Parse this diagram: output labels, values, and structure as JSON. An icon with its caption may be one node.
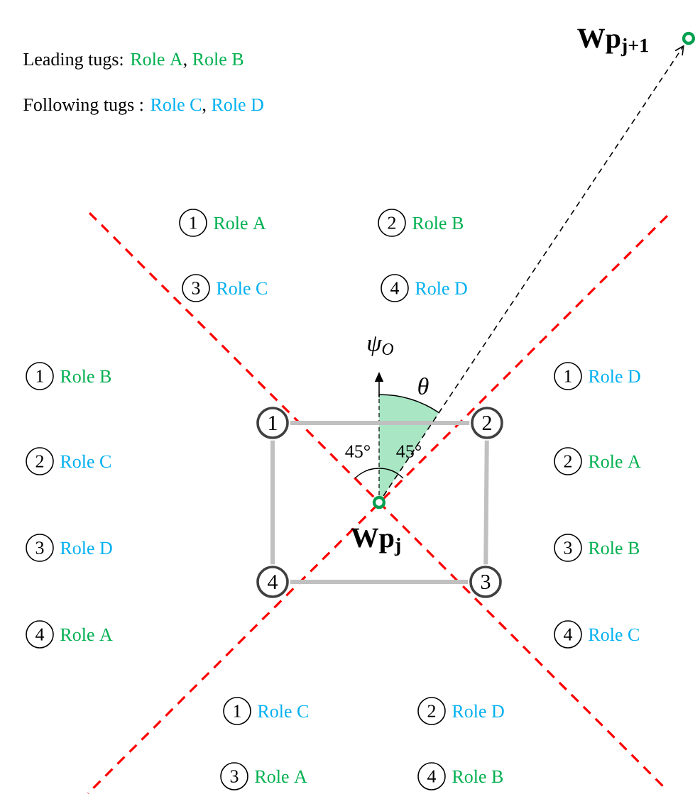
{
  "diagram": {
    "nodes": [
      {
        "text": [
          "1"
        ]
      },
      {
        "text": [
          "2"
        ]
      },
      {
        "text": [
          "3"
        ]
      },
      {
        "text": [
          "4"
        ]
      },
      {
        "text": [],
        "shape": "circle",
        "beside": [
          "Wp$_{j}$"
        ]
      },
      {
        "text": [],
        "shape": "circle",
        "beside": [
          "Wp$_{j+1}$"
        ]
      }
    ],
    "edges": [
      {
        "from": 0,
        "to": 1,
        "arrow": "none"
      },
      {
        "from": 1,
        "to": 2,
        "arrow": "none"
      },
      {
        "from": 2,
        "to": 3,
        "arrow": "none"
      },
      {
        "from": 3,
        "to": 0,
        "arrow": "none"
      },
      {
        "from": 4,
        "to": 5,
        "arrow": "to",
        "style": "dashed",
        "color": "#000000"
      }
    ],
    "labels": [
      "Leading tugs:",
      "Role A",
      ",",
      "Role B",
      "Following tugs :",
      "Role C",
      ",",
      "Role D",
      "1",
      "Role A",
      "2",
      "Role B",
      "3",
      "Role C",
      "4",
      "Role D",
      "1",
      "Role B",
      "1",
      "Role D",
      "2",
      "Role C",
      "2",
      "Role A",
      "3",
      "Role D",
      "3",
      "Role B",
      "4",
      "Role A",
      "4",
      "Role C",
      "1",
      "Role C",
      "2",
      "Role D",
      "3",
      "Role A",
      "4",
      "Role B",
      "ψ$_{O}$",
      "θ",
      "45°",
      "45°"
    ]
  }
}
